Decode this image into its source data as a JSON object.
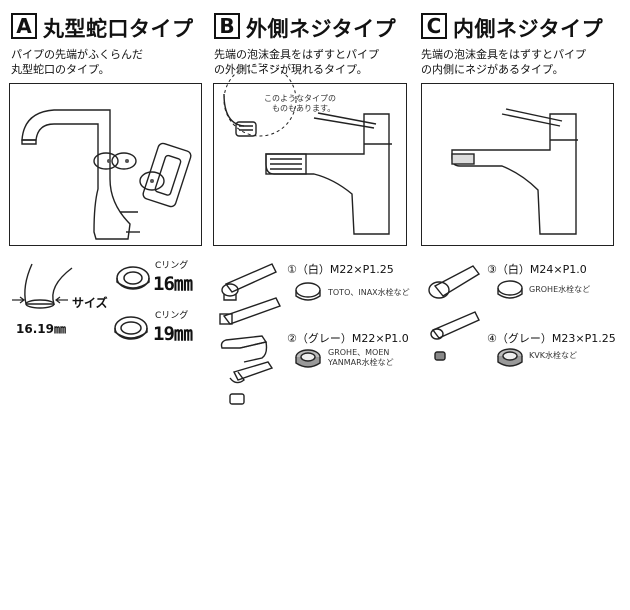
{
  "sections": {
    "a": {
      "letter": "A",
      "title": "丸型蛇口タイプ",
      "desc_line1": "パイプの先端がふくらんだ",
      "desc_line2": "丸型蛇口のタイプ。"
    },
    "b": {
      "letter": "B",
      "title": "外側ネジタイプ",
      "desc_line1": "先端の泡沫金具をはずすとパイプ",
      "desc_line2": "の外側にネジが現れるタイプ。",
      "note_line1": "このようなタイプの",
      "note_line2": "ものもあります。"
    },
    "c": {
      "letter": "C",
      "title": "内側ネジタイプ",
      "desc_line1": "先端の泡沫金具をはずすとパイプ",
      "desc_line2": "の内側にネジがあるタイプ。"
    }
  },
  "size_guide": {
    "size_label": "サイズ",
    "size_value": "16.19㎜",
    "ring1_label": "Cリング",
    "ring1_size": "16㎜",
    "ring2_label": "Cリング",
    "ring2_size": "19㎜"
  },
  "types": [
    {
      "spec": "①（白）M22×P1.25",
      "brands_line1": "TOTO、INAX水栓など",
      "brands_line2": ""
    },
    {
      "spec": "②（グレー）M22×P1.0",
      "brands_line1": "GROHE、MOEN",
      "brands_line2": "YANMAR水栓など"
    },
    {
      "spec": "③（白）M24×P1.0",
      "brands_line1": "GROHE水栓など",
      "brands_line2": ""
    },
    {
      "spec": "④（グレー）M23×P1.25",
      "brands_line1": "KVK水栓など",
      "brands_line2": ""
    }
  ]
}
